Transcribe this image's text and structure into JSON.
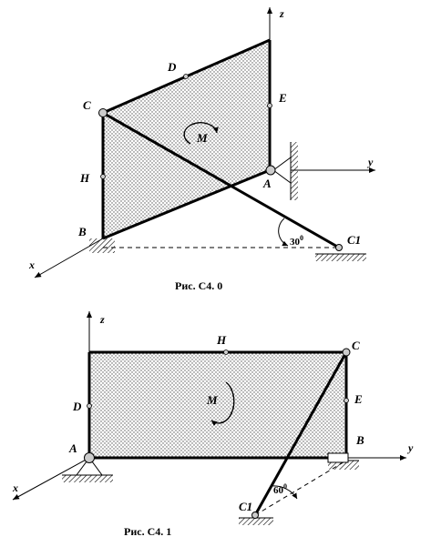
{
  "figure0": {
    "caption": "Рис. С4. 0",
    "axes": {
      "x": "x",
      "y": "y",
      "z": "z"
    },
    "points": {
      "A": "A",
      "B": "B",
      "C": "C",
      "D": "D",
      "E": "E",
      "H": "H",
      "C1": "C1"
    },
    "moment": "M",
    "angle": "30",
    "degree": "0"
  },
  "figure1": {
    "caption": "Рис. С4. 1",
    "axes": {
      "x": "x",
      "y": "y",
      "z": "z"
    },
    "points": {
      "A": "A",
      "B": "B",
      "C": "C",
      "D": "D",
      "E": "E",
      "H": "H",
      "C1": "C1"
    },
    "moment": "M",
    "angle": "60",
    "degree": "0"
  }
}
